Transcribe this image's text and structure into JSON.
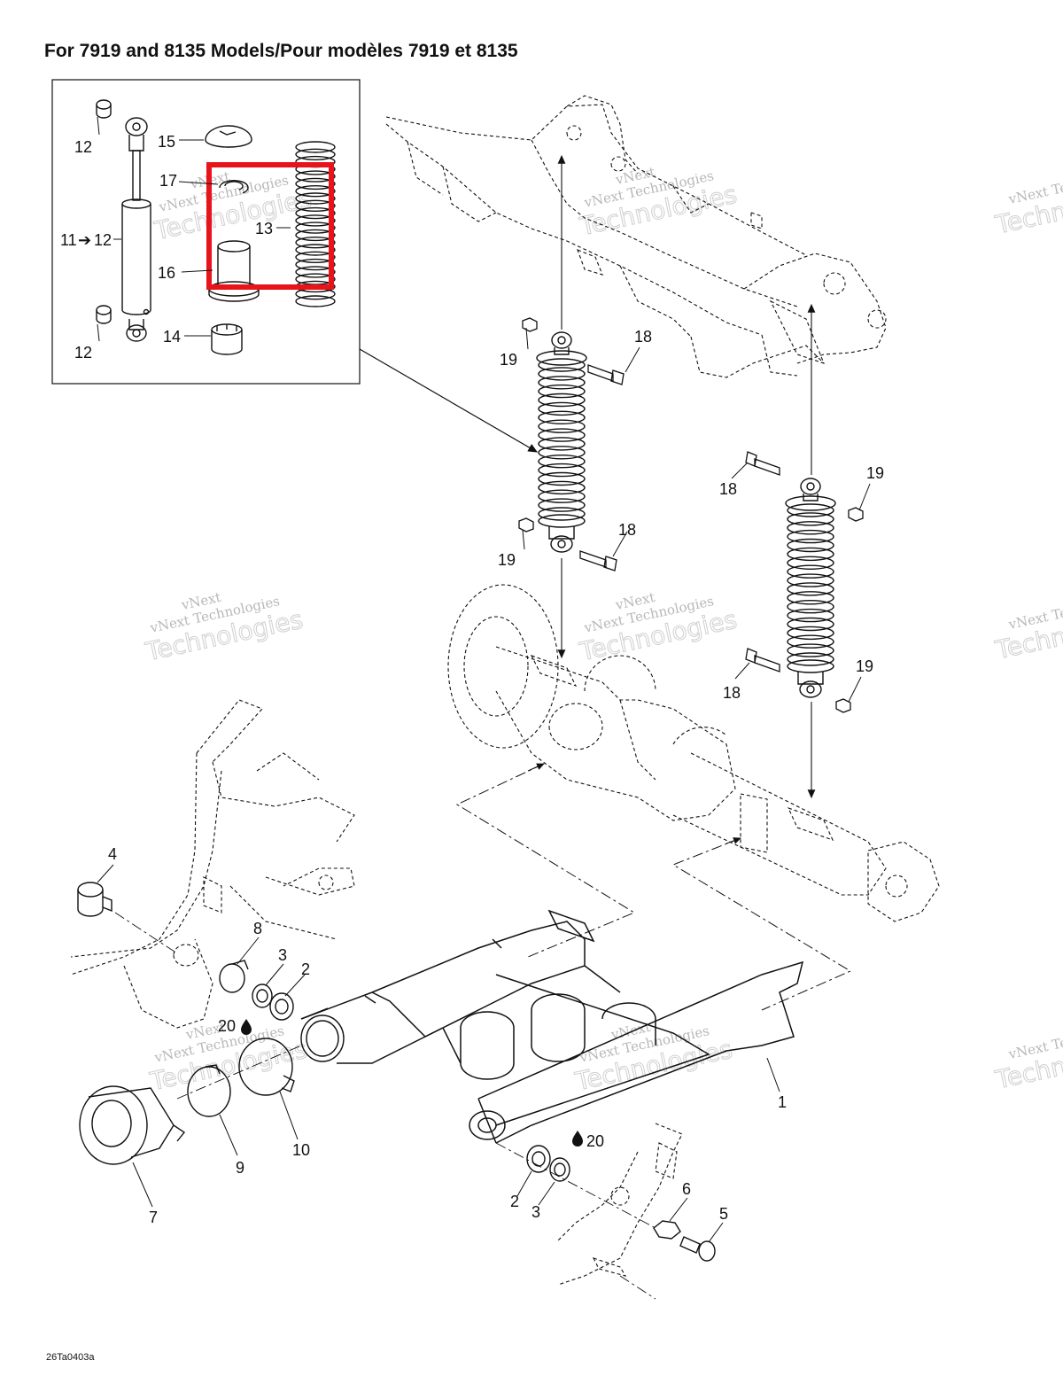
{
  "header": {
    "title": "For 7919 and 8135 Models/Pour modèles 7919 et 8135"
  },
  "footer": {
    "reference_code": "26Ta0403a"
  },
  "watermark": {
    "line1": "vNext",
    "line2": "vNext Technologies",
    "line3": "Technologies"
  },
  "highlight_color": "#e8141c",
  "callouts": {
    "c12a": "12",
    "c12b": "12",
    "c12c": "12",
    "c15": "15",
    "c17": "17",
    "c13": "13",
    "c11": "11",
    "c16": "16",
    "c14": "14",
    "c18a": "18",
    "c19a": "19",
    "c18b": "18",
    "c19b": "19",
    "c18c": "18",
    "c19c": "19",
    "c18d": "18",
    "c19d": "19",
    "c4": "4",
    "c8": "8",
    "c3a": "3",
    "c2a": "2",
    "c20a": "20",
    "c1": "1",
    "c9": "9",
    "c10": "10",
    "c7": "7",
    "c20b": "20",
    "c2b": "2",
    "c3b": "3",
    "c6": "6",
    "c5": "5"
  }
}
